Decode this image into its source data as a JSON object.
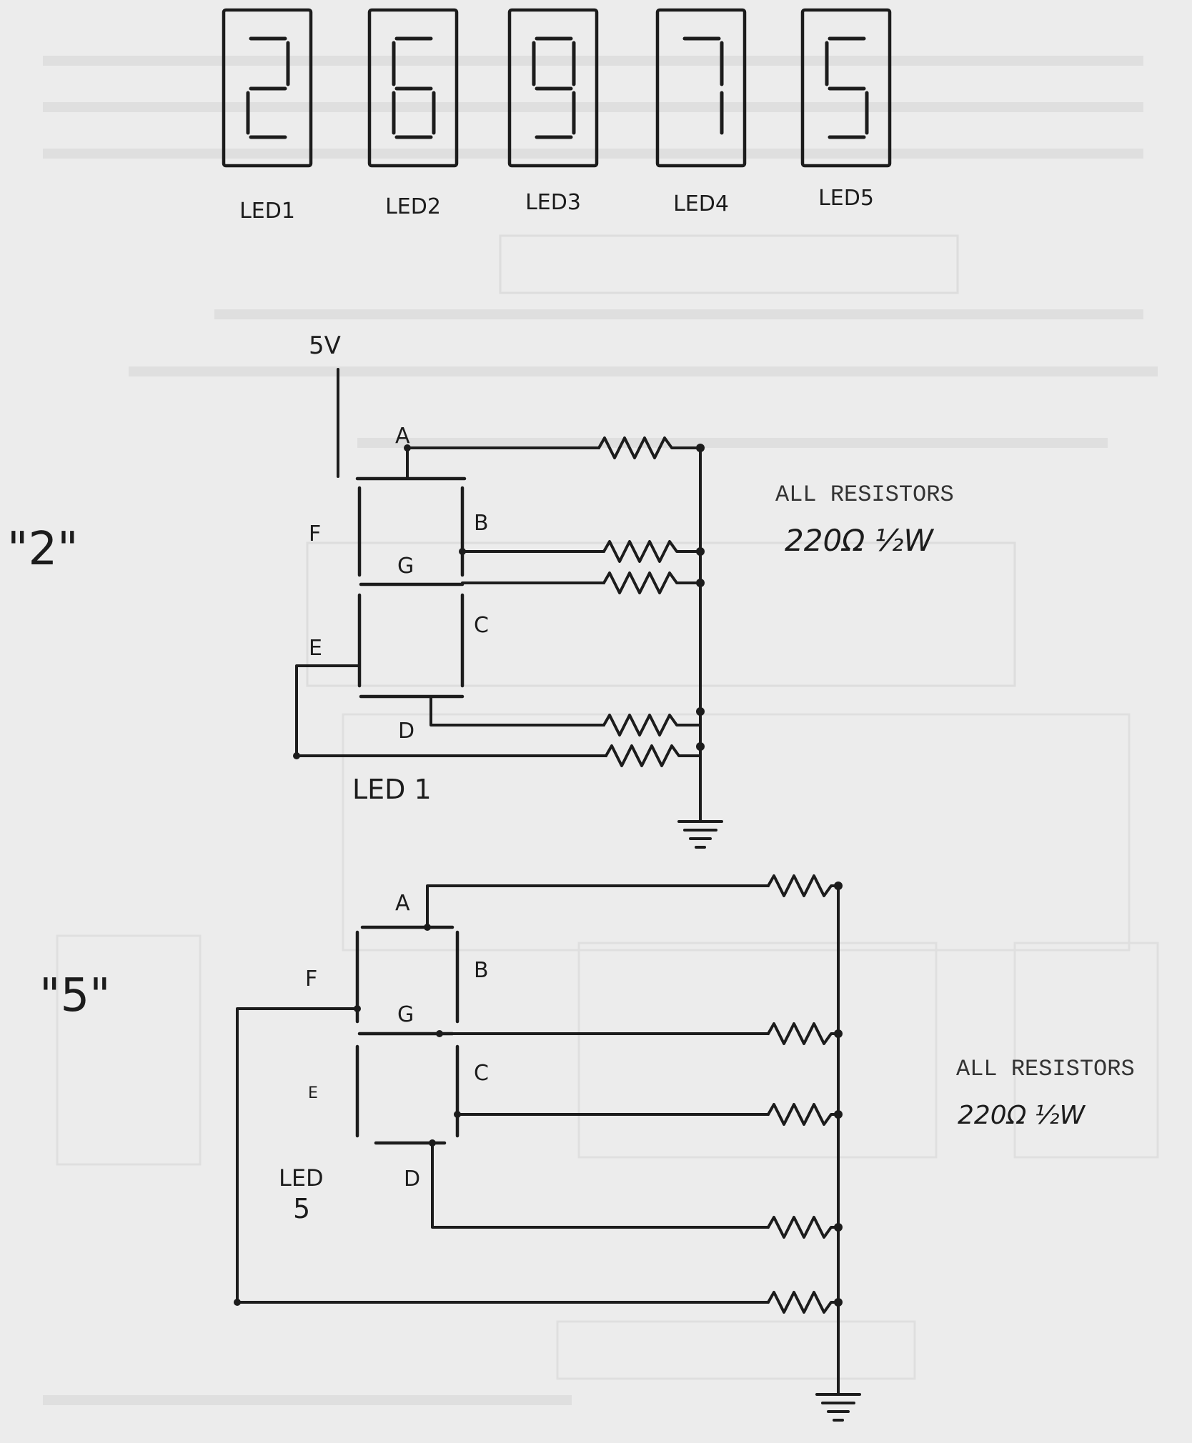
{
  "displays": [
    {
      "id": "led1",
      "label": "LED1",
      "digit": "2"
    },
    {
      "id": "led2",
      "label": "LED2",
      "digit": "6"
    },
    {
      "id": "led3",
      "label": "LED3",
      "digit": "9"
    },
    {
      "id": "led4",
      "label": "LED4",
      "digit": "7"
    },
    {
      "id": "led5",
      "label": "LED5",
      "digit": "5"
    }
  ],
  "circuit_2": {
    "digit_caption": "\"2\"",
    "supply_label": "5V",
    "segments": {
      "a": "A",
      "b": "B",
      "c": "C",
      "d": "D",
      "e": "E",
      "f": "F",
      "g": "G"
    },
    "display_label": "LED 1",
    "note_line1": "ALL RESISTORS",
    "note_line2": "220Ω ½W"
  },
  "circuit_5": {
    "digit_caption": "\"5\"",
    "segments": {
      "a": "A",
      "b": "B",
      "c": "C",
      "d": "D",
      "e": "E",
      "f": "F",
      "g": "G"
    },
    "display_label_line1": "LED",
    "display_label_line2": "5",
    "note_line1": "ALL RESISTORS",
    "note_line2": "220Ω ½W"
  }
}
